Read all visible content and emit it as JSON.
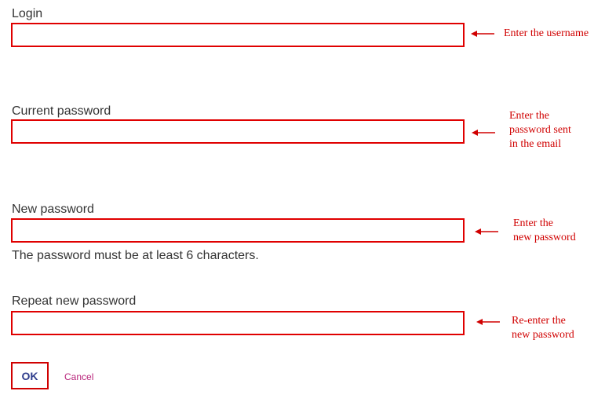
{
  "form": {
    "login": {
      "label": "Login",
      "value": "",
      "placeholder": "",
      "annotation": [
        "Enter the username"
      ]
    },
    "current_password": {
      "label": "Current password",
      "value": "",
      "placeholder": "",
      "annotation": [
        "Enter the",
        "password sent",
        "in the email"
      ]
    },
    "new_password": {
      "label": "New password",
      "value": "",
      "placeholder": "",
      "hint": "The password must be at least 6 characters.",
      "annotation": [
        "Enter the",
        "new password"
      ]
    },
    "repeat_new_password": {
      "label": "Repeat new password",
      "value": "",
      "placeholder": "",
      "annotation": [
        "Re-enter the",
        "new password"
      ]
    }
  },
  "actions": {
    "ok_label": "OK",
    "cancel_label": "Cancel"
  },
  "colors": {
    "annotation_red": "#d00000",
    "field_border": "#e00000",
    "ok_text": "#2f3d8c",
    "cancel_text": "#b8247a"
  },
  "icons": {
    "annotation_arrow": "arrow-left-icon"
  }
}
